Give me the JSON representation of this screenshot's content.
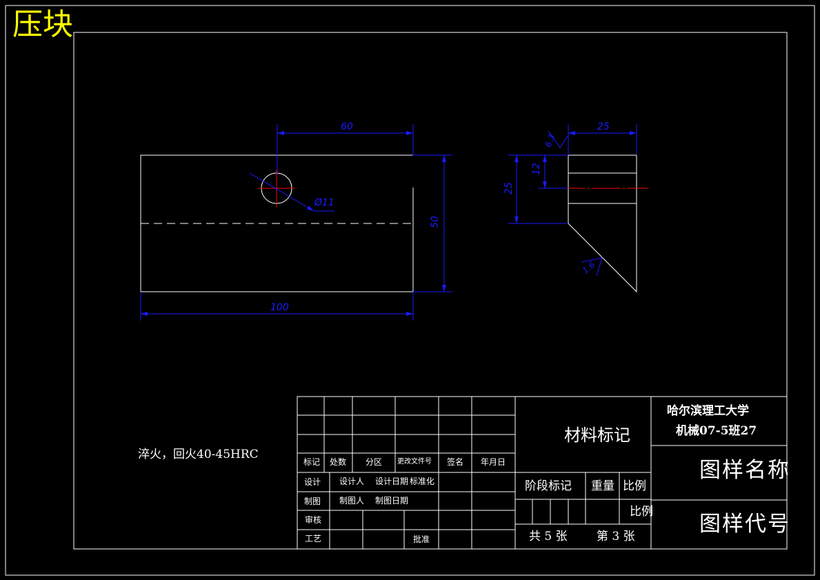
{
  "title": "压块",
  "colors": {
    "background": "#000000",
    "lines": "#ffffff",
    "dimension": "#1a1aff",
    "centerline": "#ff0000",
    "title": "#ffff00"
  },
  "drawing": {
    "dimensions": {
      "hole_offset": "60",
      "length": "100",
      "height": "50",
      "hole_diameter": "Ø11",
      "side_width": "25",
      "side_height": "25",
      "side_hole_height": "12",
      "roughness_top": "6.3",
      "roughness_chamfer": "1.6"
    },
    "technical_requirement": "淬火，回火40-45HRC"
  },
  "title_block": {
    "revision_headers": [
      "标记",
      "处数",
      "分区",
      "更改文件号",
      "签名",
      "年月日"
    ],
    "design_label": "设计",
    "designer": "设计人",
    "design_date": "设计日期",
    "standardization": "标准化",
    "drafting_label": "制图",
    "drafter": "制图人",
    "draft_date": "制图日期",
    "review_label": "审核",
    "process_label": "工艺",
    "approval_label": "批准",
    "material_mark": "材料标记",
    "stage_mark": "阶段标记",
    "weight": "重量",
    "scale_label": "比例",
    "scale_value": "比例",
    "sheet_total": "共 5 张",
    "sheet_number": "第 3 张",
    "school": "哈尔滨理工大学",
    "class": "机械07-5班27",
    "drawing_name": "图样名称",
    "drawing_code": "图样代号"
  }
}
